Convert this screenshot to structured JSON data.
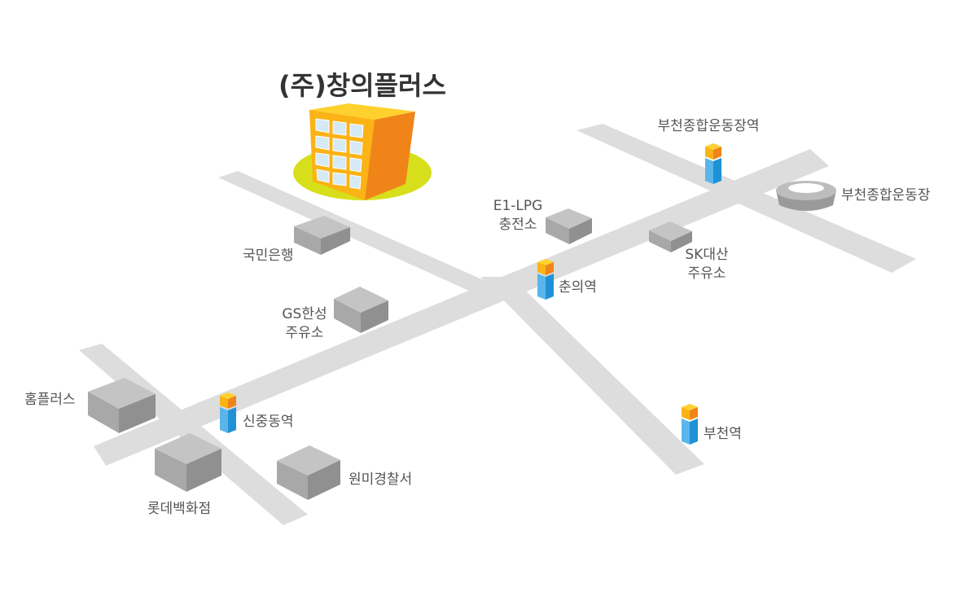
{
  "company": {
    "name": "(주)창의플러스"
  },
  "stations": {
    "bucheon_stadium_station": "부천종합운동장역",
    "chunui_station": "춘의역",
    "sinjung_station": "신중동역",
    "bucheon_station": "부천역"
  },
  "places": {
    "bucheon_stadium": "부천종합운동장",
    "e1_lpg_line1": "E1-LPG",
    "e1_lpg_line2": "충전소",
    "sk_line1": "SK대산",
    "sk_line2": "주유소",
    "kookmin_bank": "국민은행",
    "gs_line1": "GS한성",
    "gs_line2": "주유소",
    "homeplus": "홈플러스",
    "lotte_dept": "롯데백화점",
    "wonmi_police": "원미경찰서"
  },
  "colors": {
    "road": "#dddddd",
    "building_top": "#c4c4c4",
    "building_left": "#a8a8a8",
    "building_right": "#909090",
    "highlight": "#d7df1b",
    "company_front": "#fbb315",
    "company_side": "#f08419",
    "company_top": "#ffd12e",
    "station_orange": "#f7a21b",
    "station_blue": "#1f92d6",
    "label": "#555555"
  }
}
